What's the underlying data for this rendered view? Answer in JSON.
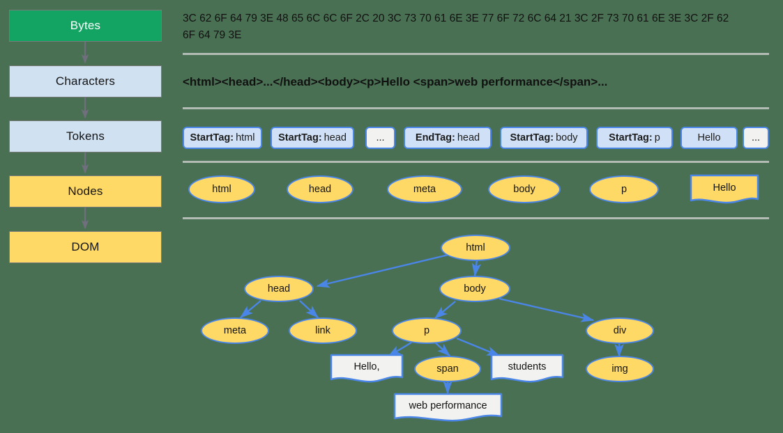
{
  "background_color": "#4a7053",
  "palette": {
    "green": "#13a362",
    "blue_fill": "#d0e1f2",
    "yellow_fill": "#ffd966",
    "node_stroke": "#4a86e8",
    "text_node_fill": "#f2f2f0",
    "divider": "#b3bcb4",
    "pipeline_arrow": "#6f6f7d"
  },
  "pipeline": {
    "stages": [
      {
        "label": "Bytes",
        "style": "green"
      },
      {
        "label": "Characters",
        "style": "blue"
      },
      {
        "label": "Tokens",
        "style": "blue"
      },
      {
        "label": "Nodes",
        "style": "yellow"
      },
      {
        "label": "DOM",
        "style": "yellow"
      }
    ]
  },
  "bytes_row": {
    "text": "3C 62 6F 64 79 3E 48 65 6C 6C 6F 2C 20 3C 73 70 61 6E 3E 77 6F 72 6C 64 21 3C 2F 73 70 61 6E 3E 3C 2F 62 6F 64 79 3E"
  },
  "characters_row": {
    "text": "<html><head>...</head><body><p>Hello <span>web performance</span>..."
  },
  "tokens_row": {
    "tokens": [
      {
        "kind": "StartTag:",
        "value": "html",
        "style": "tag"
      },
      {
        "kind": "StartTag:",
        "value": "head",
        "style": "tag"
      },
      {
        "kind": "",
        "value": "...",
        "style": "plain"
      },
      {
        "kind": "EndTag:",
        "value": "head",
        "style": "tag"
      },
      {
        "kind": "StartTag:",
        "value": "body",
        "style": "tag"
      },
      {
        "kind": "StartTag:",
        "value": "p",
        "style": "tag"
      },
      {
        "kind": "",
        "value": "Hello",
        "style": "tag"
      },
      {
        "kind": "",
        "value": "...",
        "style": "plain"
      }
    ]
  },
  "nodes_row": {
    "nodes": [
      {
        "label": "html",
        "shape": "ellipse"
      },
      {
        "label": "head",
        "shape": "ellipse"
      },
      {
        "label": "meta",
        "shape": "ellipse"
      },
      {
        "label": "body",
        "shape": "ellipse"
      },
      {
        "label": "p",
        "shape": "ellipse"
      },
      {
        "label": "Hello",
        "shape": "document"
      }
    ]
  },
  "dom_tree": {
    "nodes": [
      {
        "id": "html",
        "label": "html",
        "shape": "ellipse"
      },
      {
        "id": "head",
        "label": "head",
        "shape": "ellipse"
      },
      {
        "id": "body",
        "label": "body",
        "shape": "ellipse"
      },
      {
        "id": "meta",
        "label": "meta",
        "shape": "ellipse"
      },
      {
        "id": "link",
        "label": "link",
        "shape": "ellipse"
      },
      {
        "id": "p",
        "label": "p",
        "shape": "ellipse"
      },
      {
        "id": "div",
        "label": "div",
        "shape": "ellipse"
      },
      {
        "id": "span",
        "label": "span",
        "shape": "ellipse"
      },
      {
        "id": "img",
        "label": "img",
        "shape": "ellipse"
      },
      {
        "id": "hello",
        "label": "Hello,",
        "shape": "document"
      },
      {
        "id": "students",
        "label": "students",
        "shape": "document"
      },
      {
        "id": "web-performance",
        "label": "web performance",
        "shape": "document"
      }
    ],
    "edges": [
      {
        "from": "html",
        "to": "head"
      },
      {
        "from": "html",
        "to": "body"
      },
      {
        "from": "head",
        "to": "meta"
      },
      {
        "from": "head",
        "to": "link"
      },
      {
        "from": "body",
        "to": "p"
      },
      {
        "from": "body",
        "to": "div"
      },
      {
        "from": "p",
        "to": "hello"
      },
      {
        "from": "p",
        "to": "span"
      },
      {
        "from": "p",
        "to": "students"
      },
      {
        "from": "span",
        "to": "web-performance"
      },
      {
        "from": "div",
        "to": "img"
      }
    ]
  }
}
